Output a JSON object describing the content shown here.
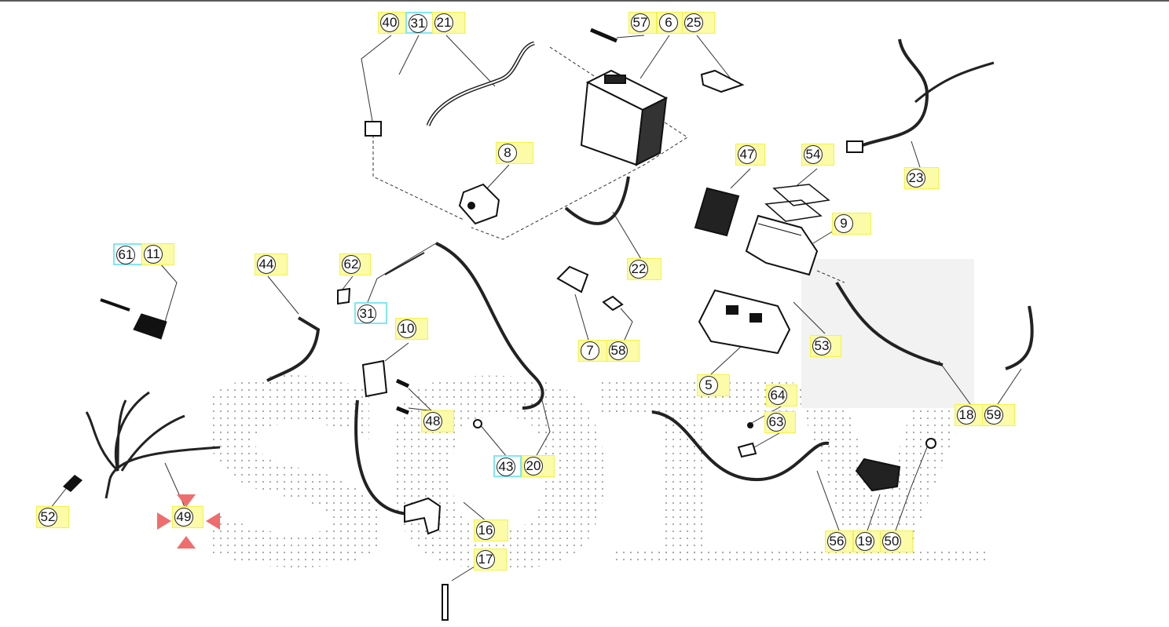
{
  "diagram": {
    "callouts": [
      {
        "label": "40"
      },
      {
        "label": "31"
      },
      {
        "label": "21"
      },
      {
        "label": "57"
      },
      {
        "label": "6"
      },
      {
        "label": "25"
      },
      {
        "label": "8"
      },
      {
        "label": "47"
      },
      {
        "label": "54"
      },
      {
        "label": "23"
      },
      {
        "label": "9"
      },
      {
        "label": "61"
      },
      {
        "label": "11"
      },
      {
        "label": "44"
      },
      {
        "label": "62"
      },
      {
        "label": "22"
      },
      {
        "label": "31"
      },
      {
        "label": "10"
      },
      {
        "label": "53"
      },
      {
        "label": "7"
      },
      {
        "label": "58"
      },
      {
        "label": "5"
      },
      {
        "label": "64"
      },
      {
        "label": "48"
      },
      {
        "label": "63"
      },
      {
        "label": "18"
      },
      {
        "label": "59"
      },
      {
        "label": "43"
      },
      {
        "label": "20"
      },
      {
        "label": "52"
      },
      {
        "label": "49"
      },
      {
        "label": "16"
      },
      {
        "label": "56"
      },
      {
        "label": "19"
      },
      {
        "label": "50"
      },
      {
        "label": "17"
      }
    ],
    "highlight_colors": {
      "default": "#f3f346",
      "selected": "#7fe8f3",
      "focus_marker": "#f06d6d"
    }
  }
}
